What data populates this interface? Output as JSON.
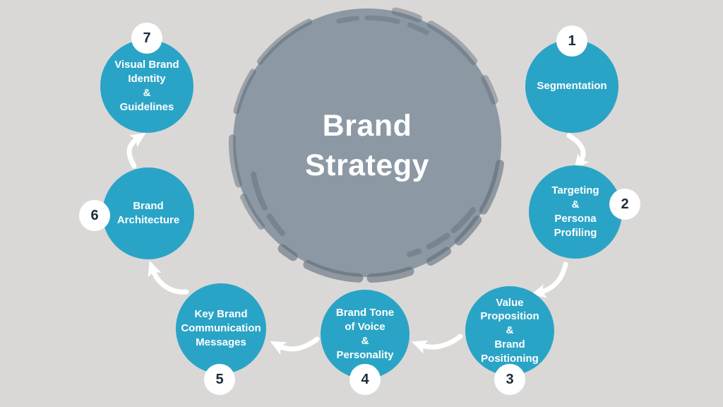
{
  "title": "Brand\nStrategy",
  "colors": {
    "background": "#d9d8d6",
    "center_fill": "#8c98a4",
    "brush_stroke": "#5f6c78",
    "title_text": "#ffffff",
    "node_fill": "#2aa4c6",
    "label_text": "#ffffff",
    "badge_fill": "#ffffff",
    "badge_text": "#1e2b38",
    "arrow_color": "#ffffff"
  },
  "steps": [
    {
      "number": "1",
      "label": "Segmentation"
    },
    {
      "number": "2",
      "label": "Targeting\n&\nPersona\nProfiling"
    },
    {
      "number": "3",
      "label": "Value\nProposition\n&\nBrand\nPositioning"
    },
    {
      "number": "4",
      "label": "Brand Tone\nof Voice\n&\nPersonality"
    },
    {
      "number": "5",
      "label": "Key Brand\nCommunication\nMessages"
    },
    {
      "number": "6",
      "label": "Brand\nArchitecture"
    },
    {
      "number": "7",
      "label": "Visual Brand\nIdentity\n&\nGuidelines"
    }
  ]
}
